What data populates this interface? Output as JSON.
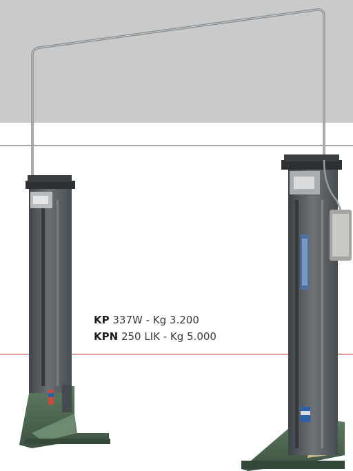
{
  "caption": {
    "line1": {
      "model": "KP",
      "spec": " 337W - Kg 3.200"
    },
    "line2": {
      "model": "KPN",
      "spec": " 250 LIK - Kg 5.000"
    }
  },
  "colors": {
    "band": "#c9cacb",
    "divider_dark": "#4a4f4a",
    "divider_red": "#c8282b",
    "column": "#5b6064",
    "base": "#4f6a52"
  },
  "icons": {
    "product_image": "two-post-car-lift"
  }
}
